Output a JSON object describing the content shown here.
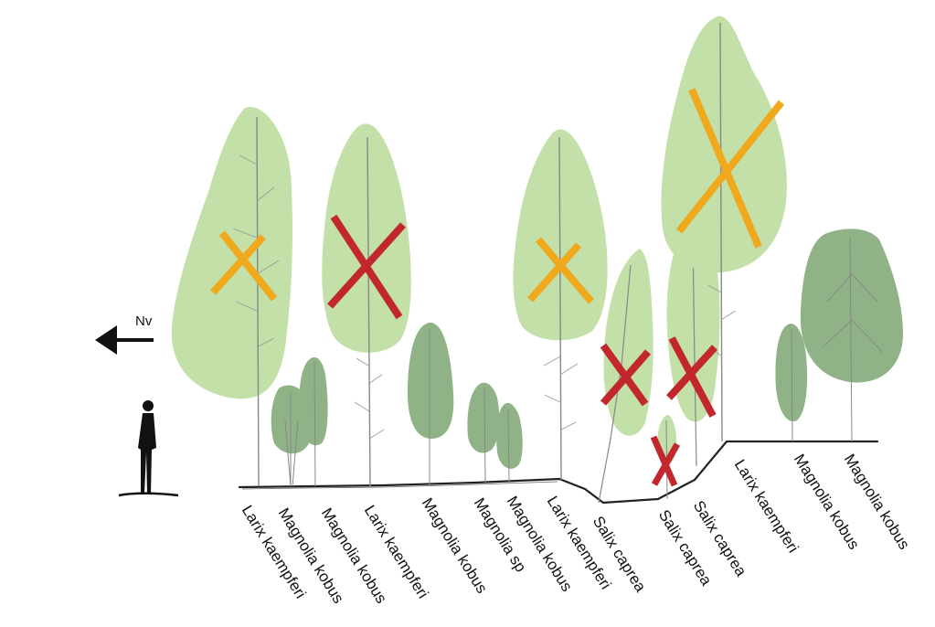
{
  "direction_label": "Nv",
  "colors": {
    "light_crown": "#c2e0a8",
    "dark_crown": "#8fb386",
    "cross_orange": "#f0a81c",
    "cross_red": "#c1272d",
    "trunk": "#8a8a8a",
    "ground": "#222222",
    "person": "#111111"
  },
  "trees": [
    {
      "name": "Larix kaempferi",
      "marker": "orange-cross"
    },
    {
      "name": "Magnolia kobus",
      "marker": "none"
    },
    {
      "name": "Magnolia kobus",
      "marker": "none"
    },
    {
      "name": "Larix kaempferi",
      "marker": "red-cross"
    },
    {
      "name": "Magnolia kobus",
      "marker": "none"
    },
    {
      "name": "Magnolia sp",
      "marker": "none"
    },
    {
      "name": "Magnolia kobus",
      "marker": "none"
    },
    {
      "name": "Larix kaempferi",
      "marker": "orange-cross"
    },
    {
      "name": "Salix caprea",
      "marker": "red-cross"
    },
    {
      "name": "Salix caprea",
      "marker": "red-cross"
    },
    {
      "name": "Salix caprea",
      "marker": "red-cross"
    },
    {
      "name": "Larix kaempferi",
      "marker": "orange-cross"
    },
    {
      "name": "Magnolia kobus",
      "marker": "none"
    },
    {
      "name": "Magnolia kobus",
      "marker": "none"
    }
  ]
}
